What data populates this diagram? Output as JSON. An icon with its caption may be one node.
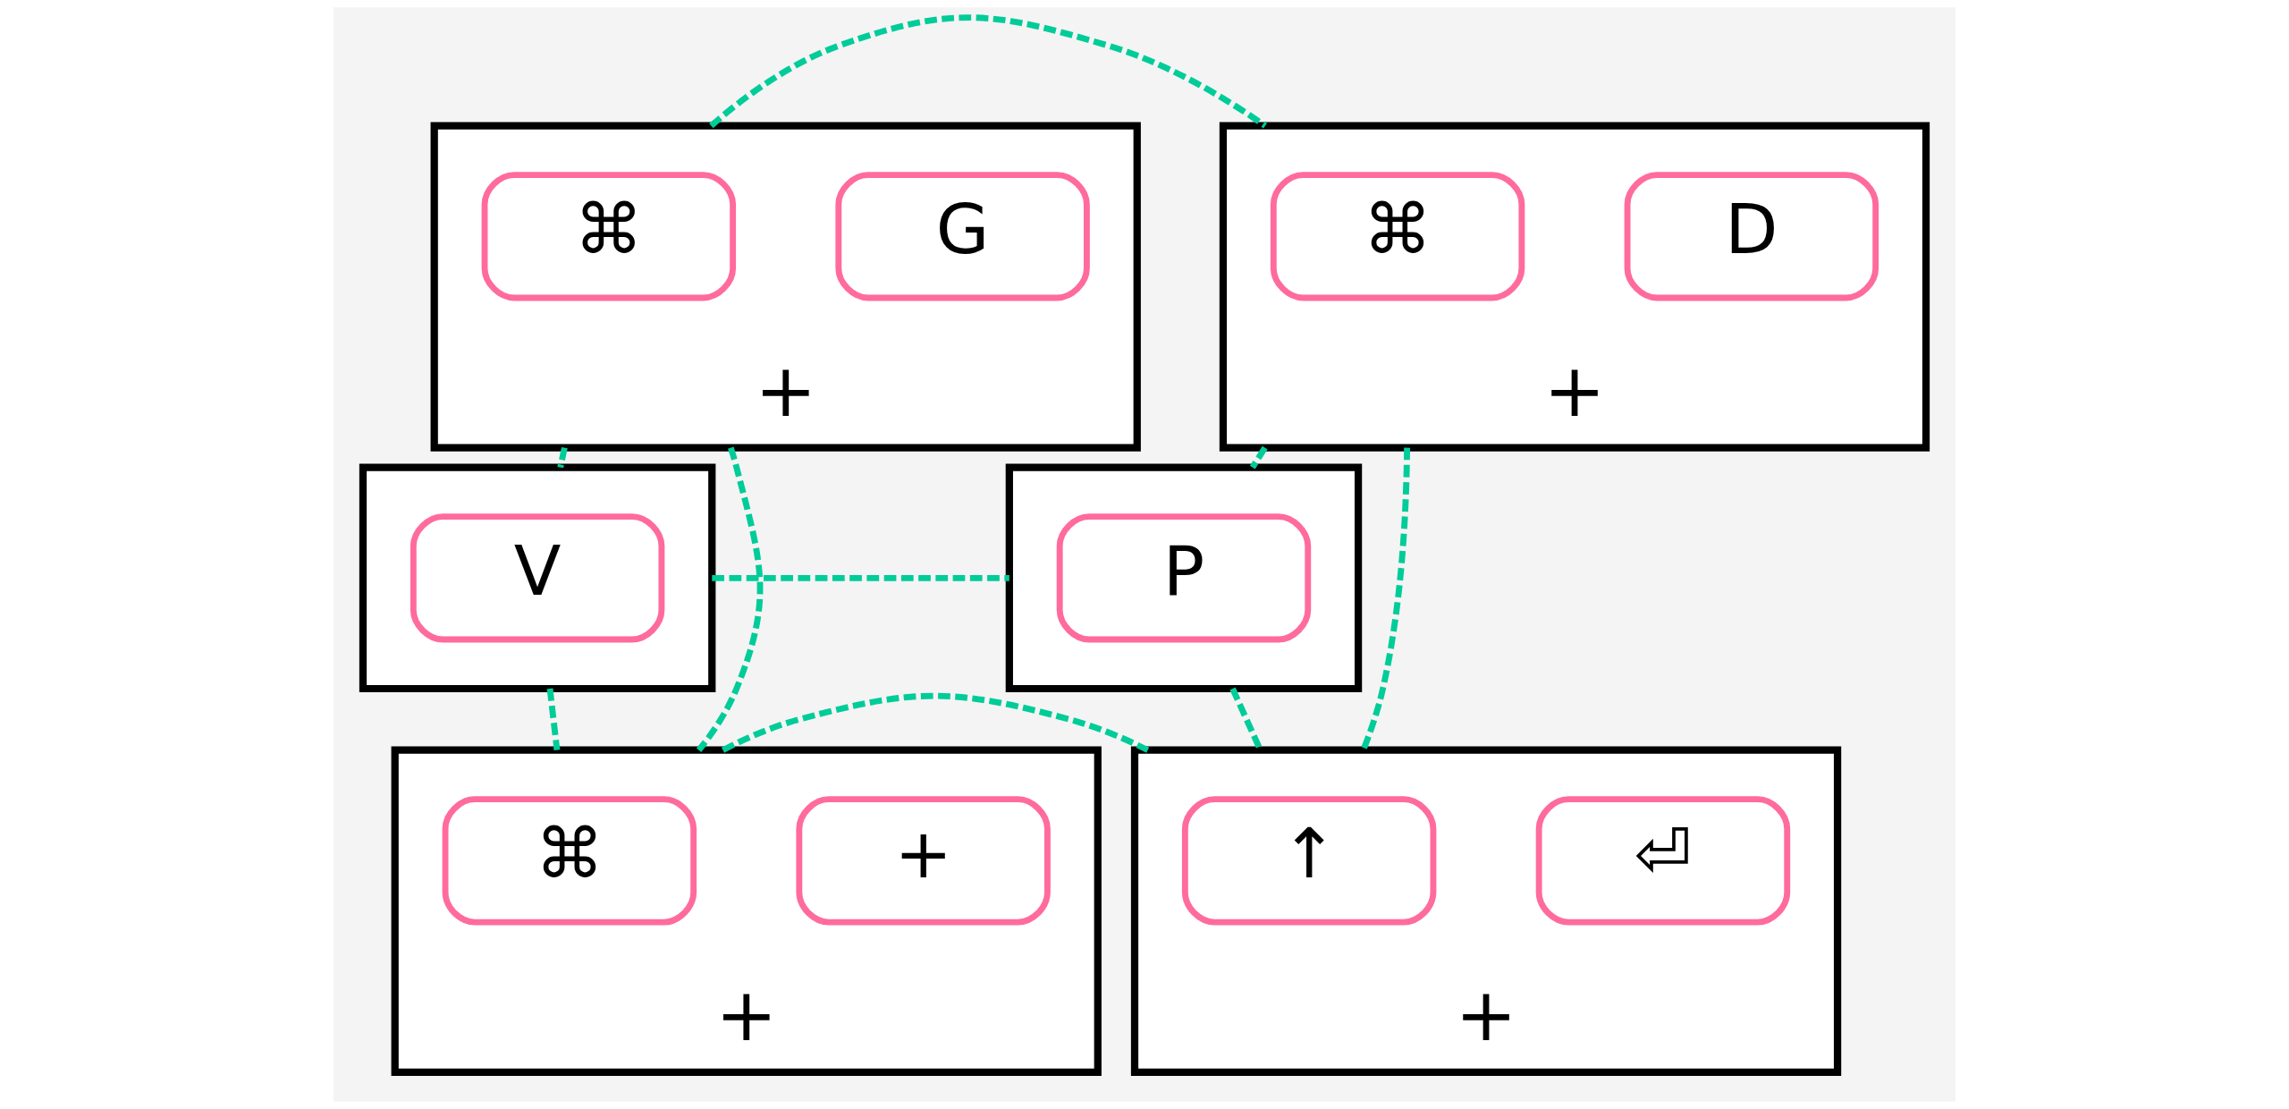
{
  "diagram": {
    "nodes": [
      {
        "text": [
          "+"
        ]
      },
      {
        "text": [
          "⌘"
        ],
        "in": 0
      },
      {
        "text": [
          "G"
        ],
        "in": 0
      },
      {
        "text": [
          "+"
        ]
      },
      {
        "text": [
          "⌘"
        ],
        "in": 3
      },
      {
        "text": [
          "D"
        ],
        "in": 3
      },
      {
        "text": [],
        "shape": "box"
      },
      {
        "text": [
          "V"
        ],
        "in": 6
      },
      {
        "text": [],
        "shape": "box"
      },
      {
        "text": [
          "P"
        ],
        "in": 8
      },
      {
        "text": [
          "+"
        ]
      },
      {
        "text": [
          "⌘"
        ],
        "in": 10
      },
      {
        "text": [
          "+"
        ],
        "in": 10
      },
      {
        "text": [
          "+"
        ]
      },
      {
        "text": [
          "↑"
        ],
        "in": 13
      },
      {
        "text": [
          "⏎"
        ],
        "in": 13
      }
    ],
    "edges": [
      {
        "from": 0,
        "to": 3,
        "arrow": "none",
        "style": "dashed"
      },
      {
        "from": 0,
        "to": 10,
        "arrow": "none",
        "style": "dashed"
      },
      {
        "from": 0,
        "to": 6,
        "arrow": "none",
        "style": "dashed"
      },
      {
        "from": 10,
        "to": 6,
        "arrow": "none",
        "style": "dashed"
      },
      {
        "from": 6,
        "to": 8,
        "arrow": "none",
        "style": "dashed"
      },
      {
        "from": 8,
        "to": 3,
        "arrow": "none",
        "style": "dashed"
      },
      {
        "from": 8,
        "to": 13,
        "arrow": "none",
        "style": "dashed"
      },
      {
        "from": 3,
        "to": 13,
        "arrow": "none",
        "style": "dashed"
      },
      {
        "from": 10,
        "to": 13,
        "arrow": "none",
        "style": "dashed"
      }
    ]
  }
}
